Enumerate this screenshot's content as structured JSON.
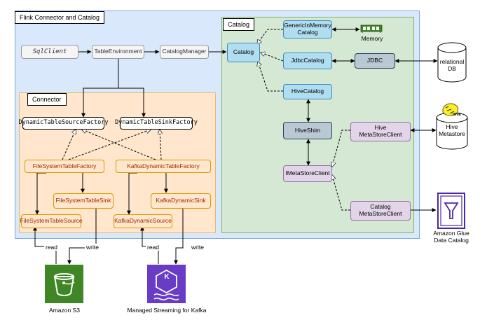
{
  "title": "Flink Connector and Catalog",
  "connector_title": "Connector",
  "catalog_title": "Catalog",
  "nodes": {
    "sqlclient": "SqlClient",
    "tableenv": "TableEnvironment",
    "catalogmanager": "CatalogManager",
    "catalog": "Catalog",
    "genericinmemory": "GenericInMemory\nCatalog",
    "jdbccatalog": "JdbcCatalog",
    "jdbc": "JDBC",
    "hivecatalog": "HiveCatalog",
    "hiveshim": "HiveShim",
    "imetastoreclient": "IMetaStoreClient",
    "hivemetastoreclient": "Hive\nMetaStoreClient",
    "catalogmetastoreclient": "Catalog\nMetaStoreClient",
    "dynsourcefactory": "DynamicTableSourceFactory",
    "dynsinkfactory": "DynamicTableSinkFactory",
    "fsfactory": "FileSystemTableFactory",
    "kafkafactory": "KafkaDynamicTableFactory",
    "fssink": "FileSystemTableSink",
    "kafkasink": "KafkaDynamicSink",
    "fssource": "FileSystemTableSource",
    "kafkasource": "KafkaDynamicSource"
  },
  "external": {
    "memory": "Memory",
    "relational_db": "relational\nDB",
    "hive_metastore": "Hive\nMetastore",
    "hive_logo_text": "HIVE",
    "glue": "Amazon Glue\nData Catalog",
    "s3": "Amazon S3",
    "kafka": "Managed Streaming for Kafka",
    "kafka_logo_letter": "K"
  },
  "edges": {
    "read_s3": "read",
    "write_s3": "write",
    "read_kafka": "read",
    "write_kafka": "write"
  },
  "colors": {
    "main_bg": "#dae8fc",
    "connector_bg": "#ffe6cc",
    "catalog_bg": "#d5e8d4",
    "s3_green": "#3f8624",
    "kafka_purple": "#693cc5",
    "glue_purple": "#4d27aa"
  }
}
